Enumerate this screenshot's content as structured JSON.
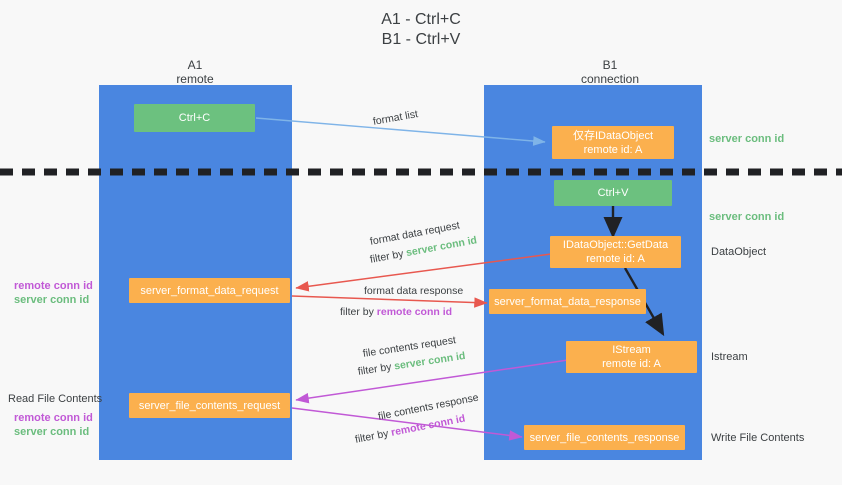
{
  "title": {
    "line1": "A1 - Ctrl+C",
    "line2": "B1 - Ctrl+V"
  },
  "columns": [
    {
      "name": "A1",
      "sub": "remote"
    },
    {
      "name": "B1",
      "sub": "connection"
    }
  ],
  "nodes": {
    "ctrl_c": "Ctrl+C",
    "ctrl_v": "Ctrl+V",
    "idataobject_line1": "仅存IDataObject",
    "idataobject_line2": "remote id: A",
    "getdata_line1": "IDataObject::GetData",
    "getdata_line2": "remote id: A",
    "istream_line1": "IStream",
    "istream_line2": "remote id: A",
    "server_format_data_request": "server_format_data_request",
    "server_format_data_response": "server_format_data_response",
    "server_file_contents_request": "server_file_contents_request",
    "server_file_contents_response": "server_file_contents_response"
  },
  "edges": {
    "format_list": "format list",
    "format_data_request": "format data request",
    "format_data_response": "format data response",
    "file_contents_request": "file contents request",
    "file_contents_response": "file contents response",
    "filter_by": "filter by",
    "server_conn_id": "server conn id",
    "remote_conn_id": "remote conn id"
  },
  "side_labels": {
    "right_server_conn_top": "server conn id",
    "right_server_conn_mid": "server conn id",
    "right_dataobject": "DataObject",
    "right_istream": "Istream",
    "right_write_file_contents": "Write File Contents",
    "left_remote_conn_1": "remote conn id",
    "left_server_conn_1": "server conn id",
    "left_read_file_contents": "Read File Contents",
    "left_remote_conn_2": "remote conn id",
    "left_server_conn_2": "server conn id"
  },
  "colors": {
    "lane": "#4a86e0",
    "green": "#6cc17f",
    "orange": "#fbb04e",
    "blue_arrow": "#7fb4e8",
    "red_arrow": "#e8584f",
    "magenta_arrow": "#c159d6",
    "black_arrow": "#202124",
    "divider": "#202124",
    "server_text": "#6bbd7e",
    "remote_text": "#c159d6"
  }
}
